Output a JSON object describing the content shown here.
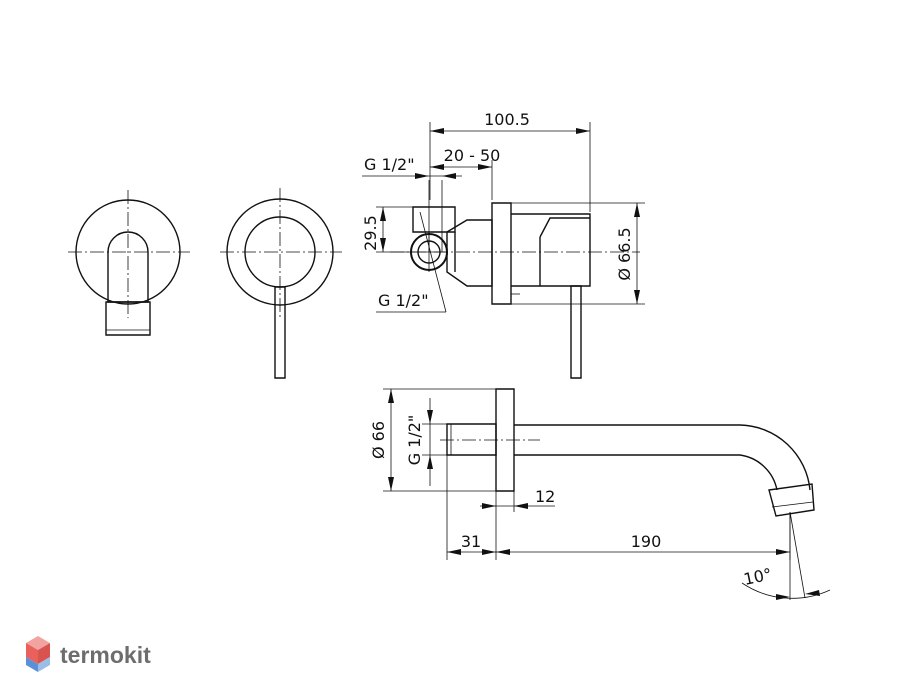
{
  "dimensions": {
    "overall_depth": "100.5",
    "wall_range": "20 - 50",
    "thread_top": "G 1/2\"",
    "thread_bottom": "G  1/2\"",
    "inlet_offset": "29.5",
    "plate_diameter": "Ø 66.5",
    "spout_plate_diameter": "Ø 66",
    "spout_thread": "G  1/2\"",
    "plate_thickness": "12",
    "body_depth": "31",
    "spout_length": "190",
    "spout_angle": "10°"
  },
  "branding": {
    "logo_text": "termokit",
    "logo_colors": [
      "#e8615b",
      "#f2a39f",
      "#5b8fd6",
      "#9dbde9"
    ]
  }
}
